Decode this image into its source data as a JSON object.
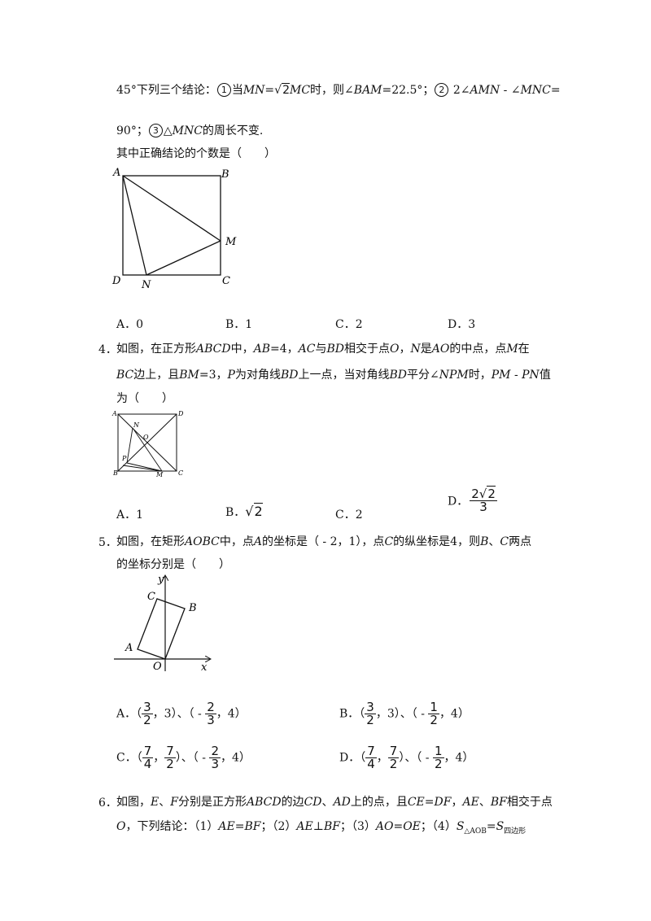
{
  "q3": {
    "line1": {
      "t1": "45°下列三个结论：",
      "c1": "1",
      "t2": "当",
      "mn": "MN",
      "eq": "=",
      "sq_rad": "2",
      "mc": "MC",
      "t3": "时，则∠",
      "bam": "BAM",
      "t4": "=22.5°；",
      "c2": "2",
      "t5": " 2∠",
      "amn": "AMN",
      "t6": " - ∠",
      "mnc": "MNC",
      "t7": "="
    },
    "line2": {
      "t1": "90°；",
      "c3": "3",
      "t2": "△",
      "mnc": "MNC",
      "t3": "的周长不变."
    },
    "line3": "其中正确结论的个数是（　　）",
    "figure": {
      "A": "A",
      "B": "B",
      "C": "C",
      "D": "D",
      "M": "M",
      "N": "N"
    },
    "options": {
      "a": "A．0",
      "b": "B．1",
      "c": "C．2",
      "d": "D．3"
    }
  },
  "q4": {
    "number": "4．",
    "line1": {
      "t1": "如图，在正方形",
      "abcd": "ABCD",
      "t2": "中，",
      "ab": "AB",
      "t3": "=4，",
      "ac": "AC",
      "t4": "与",
      "bd": "BD",
      "t5": "相交于点",
      "o": "O",
      "t6": "，",
      "n": "N",
      "t7": "是",
      "ao": "AO",
      "t8": "的中点，点",
      "m": "M",
      "t9": "在"
    },
    "line2": {
      "bc": "BC",
      "t1": "边上，且",
      "bm": "BM",
      "t2": "=3，",
      "p": "P",
      "t3": "为对角线",
      "bd": "BD",
      "t4": "上一点，当对角线",
      "bd2": "BD",
      "t5": "平分∠",
      "npm": "NPM",
      "t6": "时，",
      "pm": "PM",
      "t7": " - ",
      "pn": "PN",
      "t8": "值"
    },
    "line3": "为（　　）",
    "figure": {
      "A": "A",
      "B": "B",
      "C": "C",
      "D": "D",
      "N": "N",
      "O": "O",
      "P": "P",
      "M": "M"
    },
    "options": {
      "a": "A．1",
      "b": "B．",
      "b_rad": "2",
      "c": "C．2",
      "d": "D．",
      "d_num_coef": "2",
      "d_num_rad": "2",
      "d_den": "3"
    }
  },
  "q5": {
    "number": "5．",
    "line1": {
      "t1": "如图，在矩形",
      "aobc": "AOBC",
      "t2": "中，点",
      "a": "A",
      "t3": "的坐标是（ - 2，1），点",
      "c": "C",
      "t4": "的纵坐标是4，则",
      "b": "B",
      "t5": "、",
      "c2": "C",
      "t6": "两点"
    },
    "line2": "的坐标分别是（　　）",
    "figure": {
      "y": "y",
      "x": "x",
      "O": "O",
      "A": "A",
      "B": "B",
      "C": "C"
    },
    "options": {
      "a": {
        "label": "A．",
        "f1n": "3",
        "f1d": "2",
        "mid1": "，3）、（ - ",
        "f2n": "2",
        "f2d": "3",
        "end": "，4）",
        "open": "（"
      },
      "b": {
        "label": "B．",
        "f1n": "3",
        "f1d": "2",
        "mid1": "，3）、（ - ",
        "f2n": "1",
        "f2d": "2",
        "end": "，4）",
        "open": "（"
      },
      "c": {
        "label": "C．",
        "open": "（",
        "f1n": "7",
        "f1d": "4",
        "comma": "，",
        "f2n": "7",
        "f2d": "2",
        "mid": "）、（ - ",
        "f3n": "2",
        "f3d": "3",
        "end": "，4）"
      },
      "d": {
        "label": "D．",
        "open": "（",
        "f1n": "7",
        "f1d": "4",
        "comma": "，",
        "f2n": "7",
        "f2d": "2",
        "mid": "）、（ - ",
        "f3n": "1",
        "f3d": "2",
        "end": "，4）"
      }
    }
  },
  "q6": {
    "number": "6．",
    "line1": {
      "t1": "如图，",
      "e": "E",
      "t2": "、",
      "f": "F",
      "t3": "分别是正方形",
      "abcd": "ABCD",
      "t4": "的边",
      "cd": "CD",
      "t5": "、",
      "ad": "AD",
      "t6": "上的点，且",
      "ce": "CE",
      "t7": "=",
      "df": "DF",
      "t8": "，",
      "ae": "AE",
      "t9": "、",
      "bf": "BF",
      "t10": "相交于点"
    },
    "line2": {
      "o": "O",
      "t1": "，下列结论：（1）",
      "ae": "AE",
      "t2": "=",
      "bf": "BF",
      "t3": "；（2）",
      "ae2": "AE",
      "t4": "⊥",
      "bf2": "BF",
      "t5": "；（3）",
      "ao": "AO",
      "t6": "=",
      "oe": "OE",
      "t7": "；（4）",
      "s": "S",
      "sub1": "△AOB",
      "t8": "=",
      "s2": "S",
      "sub2": "四边形"
    }
  }
}
